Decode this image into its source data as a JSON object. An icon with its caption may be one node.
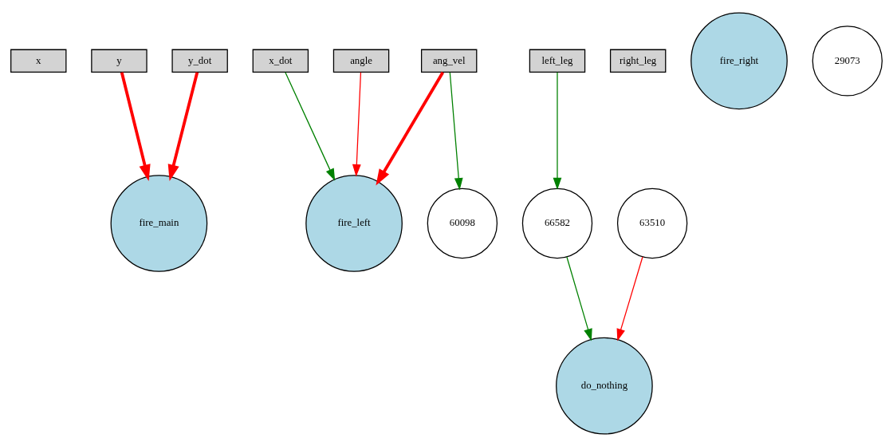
{
  "diagram": {
    "nodes": [
      {
        "text": [
          "x"
        ]
      },
      {
        "text": [
          "y"
        ]
      },
      {
        "text": [
          "y_dot"
        ]
      },
      {
        "text": [
          "x_dot"
        ]
      },
      {
        "text": [
          "angle"
        ]
      },
      {
        "text": [
          "ang_vel"
        ]
      },
      {
        "text": [
          "left_leg"
        ]
      },
      {
        "text": [
          "right_leg"
        ]
      },
      {
        "text": [
          "fire_right"
        ]
      },
      {
        "text": [
          "29073"
        ]
      },
      {
        "text": [
          "fire_main"
        ]
      },
      {
        "text": [
          "fire_left"
        ]
      },
      {
        "text": [
          "60098"
        ]
      },
      {
        "text": [
          "66582"
        ]
      },
      {
        "text": [
          "63510"
        ]
      },
      {
        "text": [
          "do_nothing"
        ]
      }
    ],
    "edges": [
      {
        "from": 1,
        "to": 10,
        "arrow": "to",
        "style": "thick",
        "color": "#ff0000"
      },
      {
        "from": 2,
        "to": 10,
        "arrow": "to",
        "style": "thick",
        "color": "#ff0000"
      },
      {
        "from": 3,
        "to": 11,
        "arrow": "to",
        "color": "#008000"
      },
      {
        "from": 4,
        "to": 11,
        "arrow": "to",
        "color": "#ff0000"
      },
      {
        "from": 5,
        "to": 11,
        "arrow": "to",
        "style": "thick",
        "color": "#ff0000"
      },
      {
        "from": 5,
        "to": 12,
        "arrow": "to",
        "color": "#008000"
      },
      {
        "from": 6,
        "to": 13,
        "arrow": "to",
        "color": "#008000"
      },
      {
        "from": 13,
        "to": 15,
        "arrow": "to",
        "color": "#008000"
      },
      {
        "from": 14,
        "to": 15,
        "arrow": "to",
        "color": "#ff0000"
      }
    ]
  }
}
